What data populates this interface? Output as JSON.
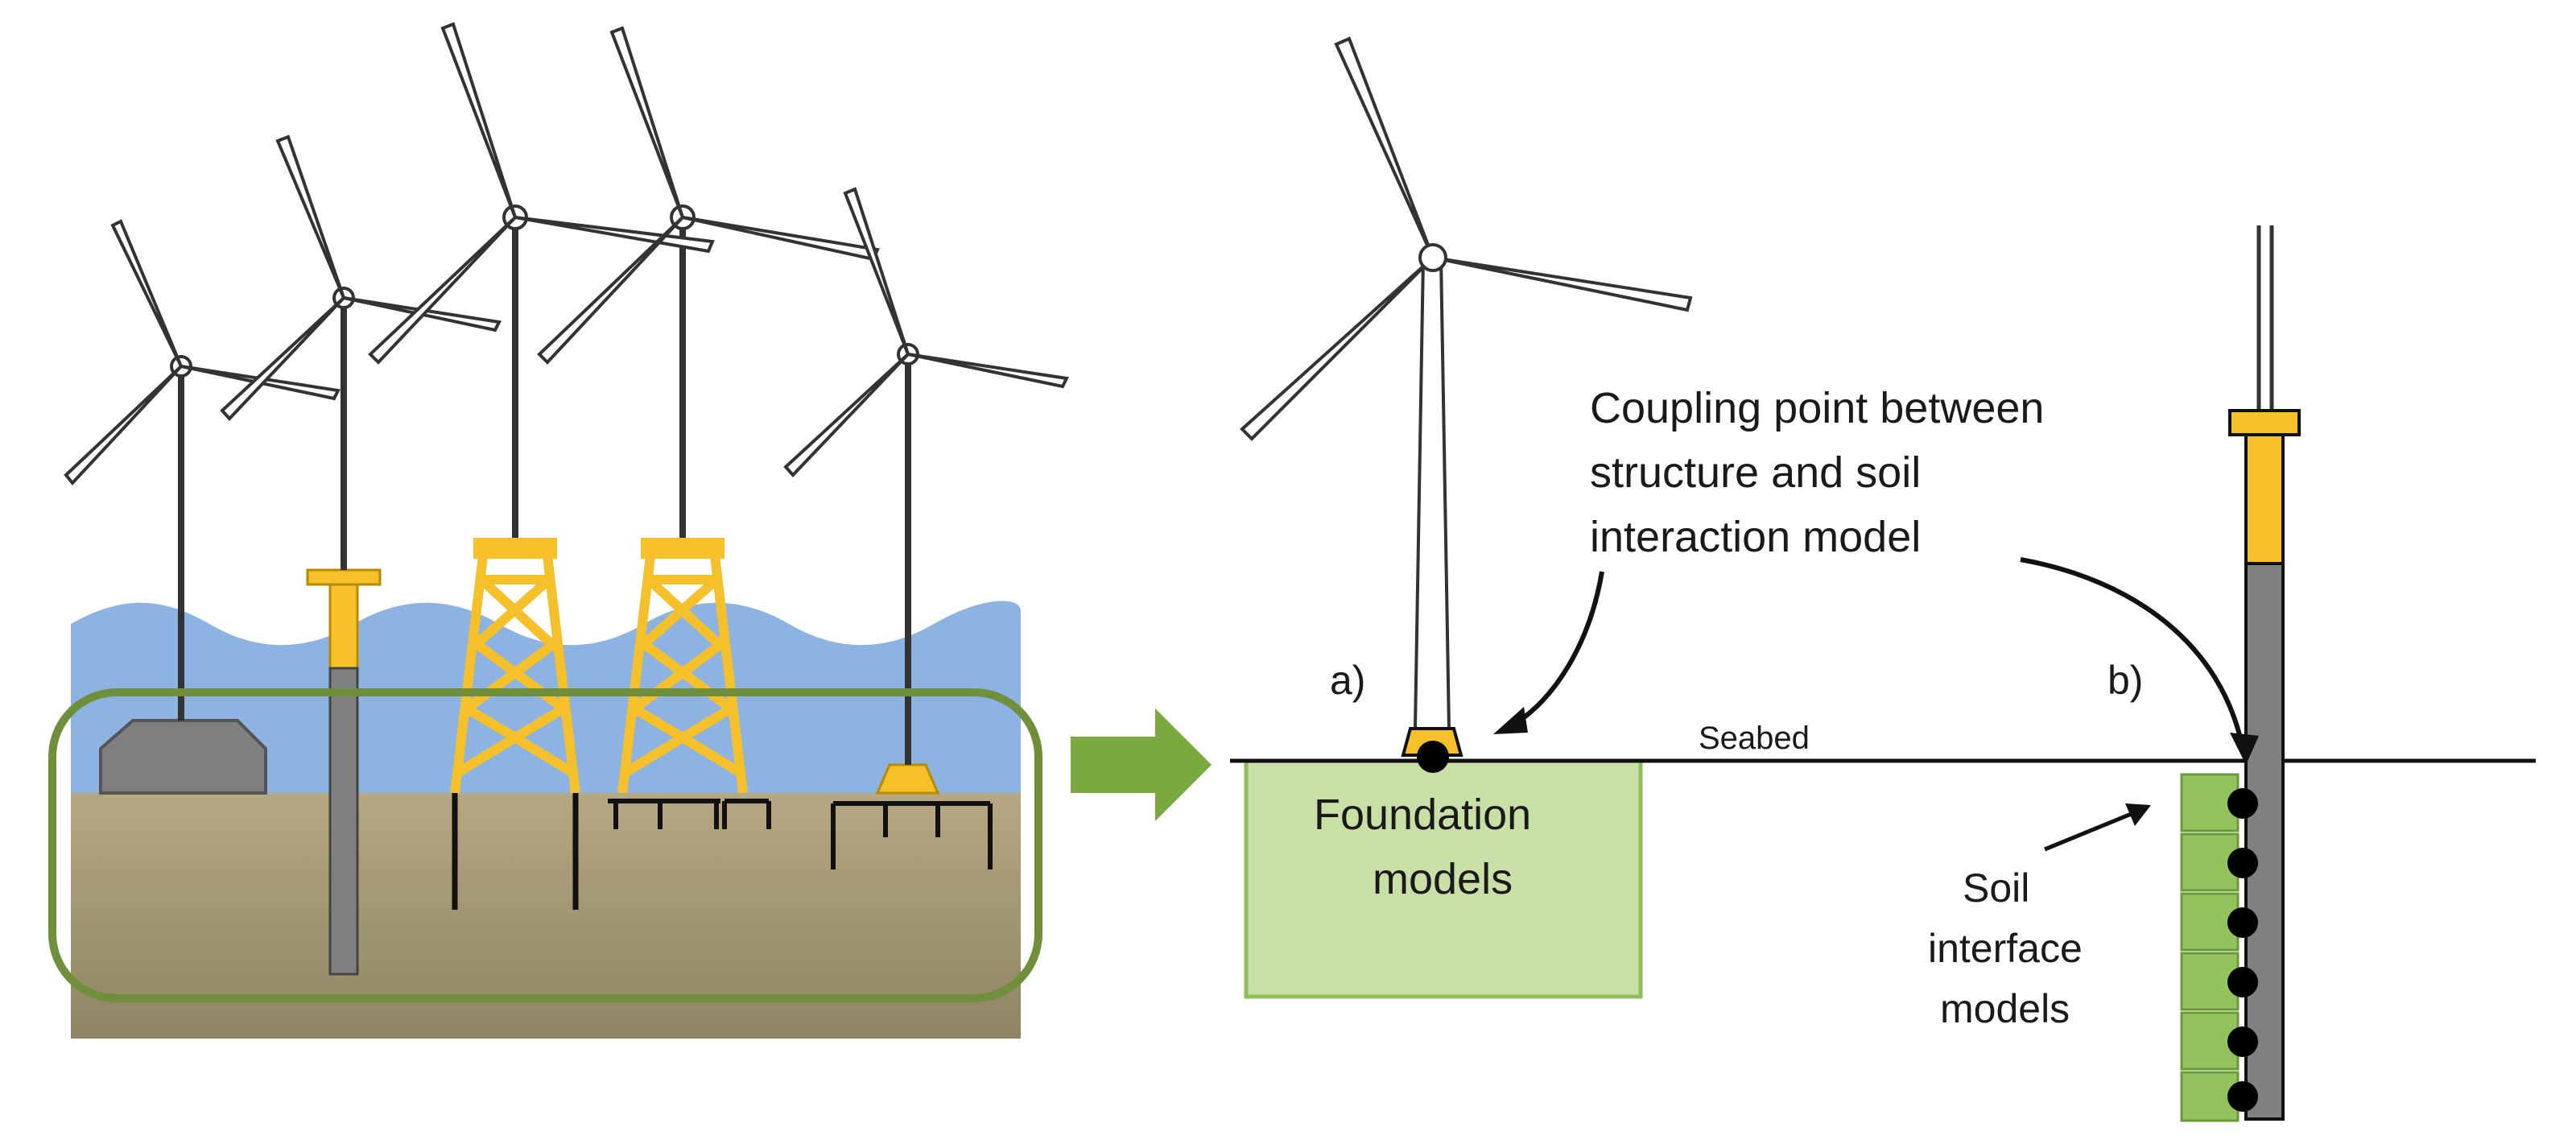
{
  "labels": {
    "panel_a": "a)",
    "panel_b": "b)",
    "seabed": "Seabed",
    "foundation_line1": "Foundation",
    "foundation_line2": "models",
    "coupling_line1": "Coupling point between",
    "coupling_line2": "structure and soil",
    "coupling_line3": "interaction model",
    "soil_line1": "Soil",
    "soil_line2": "interface",
    "soil_line3": "models"
  },
  "colors": {
    "sea": "#8db3e2",
    "seabed_top": "#b5a882",
    "seabed_bottom": "#8e8564",
    "foundation_box": "#c8e0a6",
    "foundation_box_border": "#8fbf5a",
    "highlight_outline": "#6f8f3a",
    "arrow_green": "#7aa940",
    "jacket_yellow": "#f5c02a",
    "gravity_base_grey": "#7f7f7f",
    "monopile_grey": "#808080",
    "soil_spring_green": "#93c35c",
    "node_black": "#000000"
  }
}
